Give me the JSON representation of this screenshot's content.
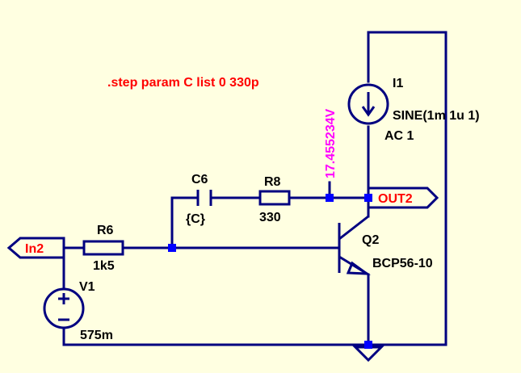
{
  "directive": ".step param C list 0 330p",
  "components": {
    "i1": {
      "name": "I1",
      "value": "SINE(1m 1u 1)",
      "ac": "AC 1"
    },
    "c6": {
      "name": "C6",
      "value": "{C}"
    },
    "r8": {
      "name": "R8",
      "value": "330"
    },
    "r6": {
      "name": "R6",
      "value": "1k5"
    },
    "v1": {
      "name": "V1",
      "value": "575m"
    },
    "q2": {
      "name": "Q2",
      "model": "BCP56-10"
    }
  },
  "nets": {
    "in": "In2",
    "out": "OUT2"
  },
  "probe": "17.455234V",
  "colors": {
    "background": "#ffffe1",
    "wire": "#000080",
    "node": "#0000ff",
    "net_label": "#ff0000",
    "probe": "#ff00ff"
  }
}
